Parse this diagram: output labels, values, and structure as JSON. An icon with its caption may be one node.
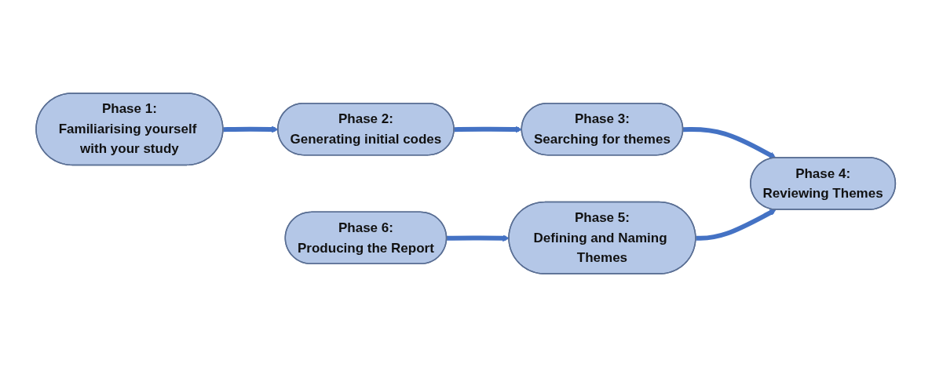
{
  "diagram": {
    "nodes": [
      {
        "text": [
          "Phase 1:",
          "Familiarising yourself with your study"
        ]
      },
      {
        "text": [
          "Phase 2:",
          "Generating initial codes"
        ]
      },
      {
        "text": [
          "Phase 3:",
          "Searching for themes"
        ]
      },
      {
        "text": [
          "Phase 6:",
          "Producing the Report"
        ]
      },
      {
        "text": [
          "Phase 5:",
          "Defining and Naming Themes"
        ]
      },
      {
        "text": [
          "Phase 4:",
          "Reviewing Themes"
        ]
      }
    ],
    "edges": [
      {
        "from": 0,
        "to": 1,
        "arrow": "to"
      },
      {
        "from": 1,
        "to": 2,
        "arrow": "to"
      },
      {
        "from": 2,
        "to": 5,
        "arrow": "to"
      },
      {
        "from": 3,
        "to": 4,
        "arrow": "to"
      },
      {
        "from": 4,
        "to": 5,
        "arrow": "to"
      }
    ]
  }
}
